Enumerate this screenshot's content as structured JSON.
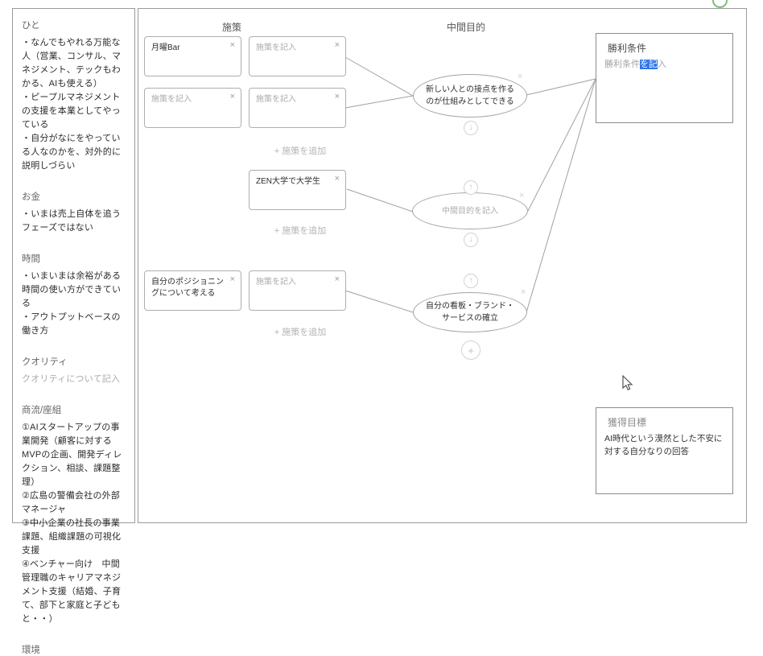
{
  "headers": {
    "measures": "施策",
    "goals": "中間目的"
  },
  "sidebar": {
    "sections": [
      {
        "title": "ひと",
        "body": "・なんでもやれる万能な人（営業、コンサル、マネジメント、テックもわかる、AIも使える）\n・ピープルマネジメントの支援を本業としてやっている\n・自分がなにをやっている人なのかを、対外的に説明しづらい"
      },
      {
        "title": "お金",
        "body": "・いまは売上自体を追うフェーズではない"
      },
      {
        "title": "時間",
        "body": "・いまいまは余裕がある時間の使い方ができている\n・アウトプットベースの働き方"
      },
      {
        "title": "クオリティ",
        "placeholder": "クオリティについて記入"
      },
      {
        "title": "商流/座組",
        "body": "①AIスタートアップの事業開発（顧客に対するMVPの企画、開発ディレクション、相談、課題整理）\n②広島の警備会社の外部マネージャ\n③中小企業の社長の事業課題、組織課題の可視化支援\n④ベンチャー向け　中間管理職のキャリアマネジメント支援（結婚、子育て、部下と家庭と子どもと・・）"
      },
      {
        "title": "環境",
        "body": ""
      }
    ]
  },
  "measures": {
    "card_monday_bar": "月曜Bar",
    "card_zen": "ZEN大学で大学生",
    "card_positioning": "自分のポジショニングについて考える",
    "placeholder": "施策を記入",
    "add_label": "+ 施策を追加"
  },
  "goals": {
    "goal1": "新しい人との接点を作るのが仕組みとしてできる",
    "goal2_placeholder": "中間目的を記入",
    "goal3": "自分の看板・ブランド・サービスの確立"
  },
  "win_condition": {
    "title": "勝利条件",
    "placeholder_pre": "勝利条件",
    "placeholder_selected": "を記",
    "placeholder_post": "入"
  },
  "acquisition_goal": {
    "title": "獲得目標",
    "body": "AI時代という漠然とした不安に対する自分なりの回答"
  },
  "icons": {
    "close": "×",
    "up": "↑",
    "down": "↓",
    "add": "+"
  },
  "colors": {
    "selection_blue": "#2e74e8",
    "border_gray": "#9a9a9a",
    "green_dot": "#7abf7d"
  }
}
